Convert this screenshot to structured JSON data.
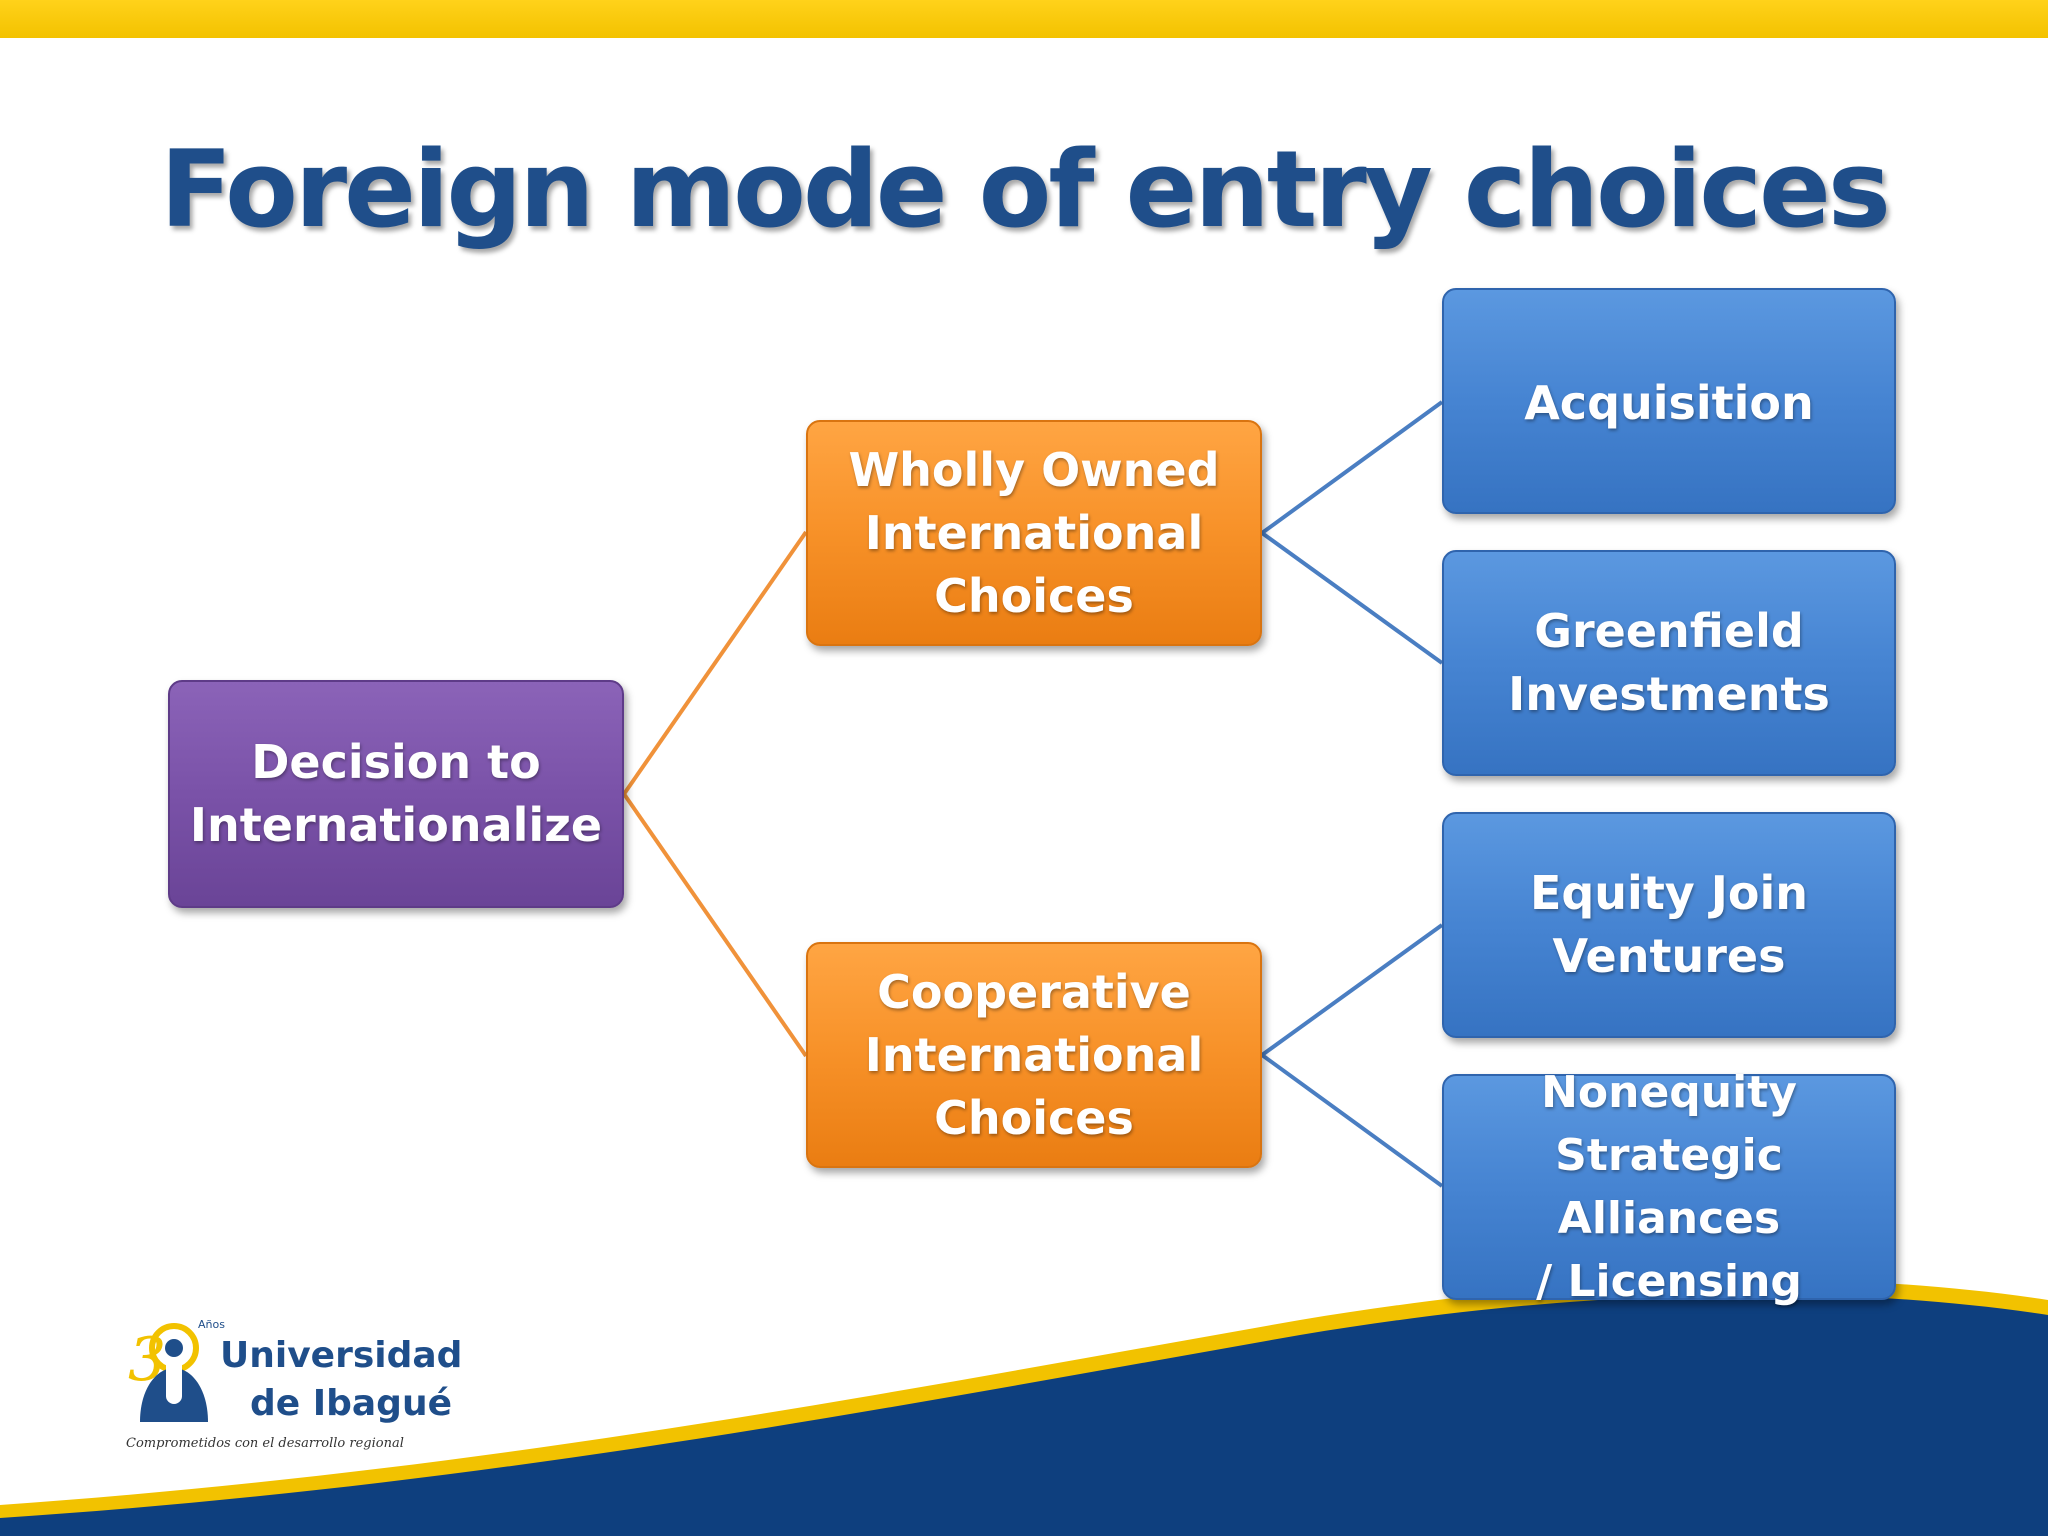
{
  "slide": {
    "title": "Foreign mode of entry choices"
  },
  "colors": {
    "title": "#1f4e8a",
    "root": "#7a52a8",
    "mid": "#f79128",
    "leaf": "#4684d2",
    "line_orange": "#f0923a",
    "line_blue": "#4a7ec2",
    "top_bar": "#ffd21a",
    "footer_navy": "#0e3f7e"
  },
  "diagram": {
    "root": {
      "label": "Decision to\nInternationalize"
    },
    "branches": [
      {
        "label": "Wholly Owned\nInternational\nChoices",
        "children": [
          {
            "label": "Acquisition"
          },
          {
            "label": "Greenfield\nInvestments"
          }
        ]
      },
      {
        "label": "Cooperative\nInternational\nChoices",
        "children": [
          {
            "label": "Equity Join\nVentures"
          },
          {
            "label": "Nonequity\nStrategic Alliances\n/ Licensing"
          }
        ]
      }
    ]
  },
  "logo": {
    "years_word": "Años",
    "name_line1": "Universidad",
    "name_line2": "de Ibagué",
    "tagline": "Comprometidos con el desarrollo regional"
  }
}
